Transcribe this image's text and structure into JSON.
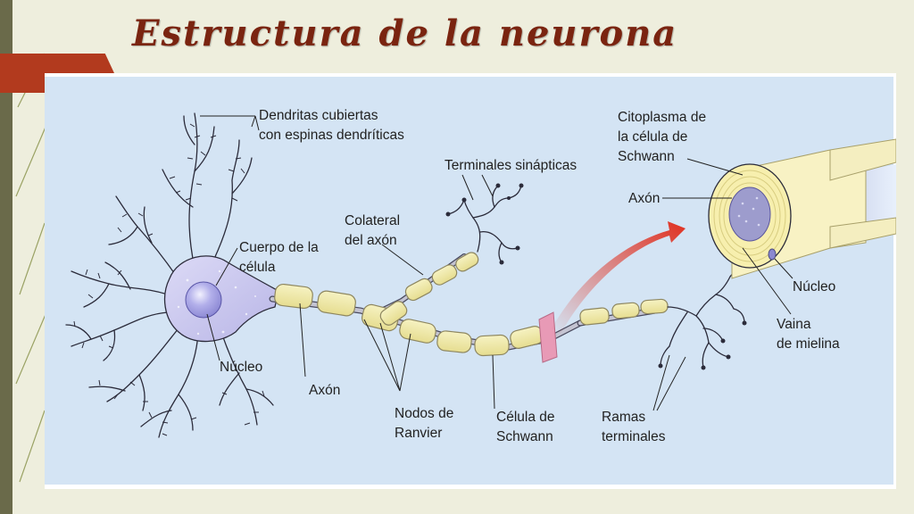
{
  "slide": {
    "title": "Estructura de la neurona"
  },
  "diagram": {
    "labels": {
      "dendrites_line1": "Dendritas cubiertas",
      "dendrites_line2": "con espinas dendríticas",
      "synaptic_terminals": "Terminales sinápticas",
      "axon_collateral_line1": "Colateral",
      "axon_collateral_line2": "del axón",
      "cell_body_line1": "Cuerpo de la",
      "cell_body_line2": "célula",
      "nucleus": "Núcleo",
      "axon": "Axón",
      "ranvier_line1": "Nodos de",
      "ranvier_line2": "Ranvier",
      "schwann_line1": "Célula de",
      "schwann_line2": "Schwann",
      "branches_line1": "Ramas",
      "branches_line2": "terminales",
      "cytoplasm_line1": "Citoplasma de",
      "cytoplasm_line2": "la célula de",
      "cytoplasm_line3": "Schwann",
      "xsec_axon": "Axón",
      "xsec_nucleus": "Núcleo",
      "myelin_line1": "Vaina",
      "myelin_line2": "de mielina"
    },
    "colors": {
      "panel": "#d4e4f4",
      "cell_body": "#c7c6ec",
      "nucleus": "#9f9ce0",
      "myelin": "#f4eeae",
      "myelin_edge": "#a8a06a",
      "axon": "#c4c4d2",
      "outline": "#2b2b3a",
      "arrow": "#e03020",
      "slide_bg": "#eeeedd",
      "title": "#7a2410",
      "accent_tab": "#b23a1e"
    }
  }
}
